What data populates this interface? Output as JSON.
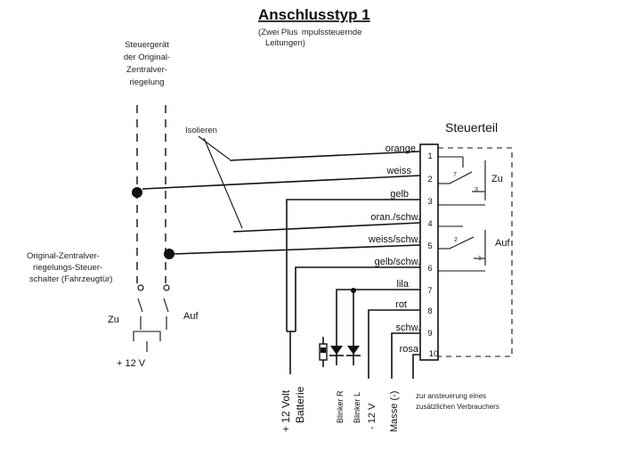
{
  "title": "Anschlusstyp 1",
  "subtitle_lines": [
    "(Zwei Plus  mpulssteuernde",
    "Leitungen)"
  ],
  "original_unit": [
    "Steuergerät",
    "der Original-",
    "Zentralver-",
    "riegelung"
  ],
  "isolate_label": "Isolieren",
  "switch_label": [
    "Original-Zentralver-",
    "riegelungs-Steuer-",
    "schalter (Fahrzeugtür)"
  ],
  "switch_zu": "Zu",
  "switch_auf": "Auf",
  "supply_label": "+   12 V",
  "control_unit": "Steuerteil",
  "relay_zu": "Zu",
  "relay_auf": "Auf",
  "relay_contacts": {
    "zu_top": "7",
    "zu_bottom": "3",
    "auf_top": "2",
    "auf_bottom": "1"
  },
  "terminals": [
    {
      "pin": "1",
      "wire": "orange"
    },
    {
      "pin": "2",
      "wire": "weiss"
    },
    {
      "pin": "3",
      "wire": "gelb"
    },
    {
      "pin": "4",
      "wire": "oran./schw."
    },
    {
      "pin": "5",
      "wire": "weiss/schw."
    },
    {
      "pin": "6",
      "wire": "gelb/schw."
    },
    {
      "pin": "7",
      "wire": "lila"
    },
    {
      "pin": "8",
      "wire": "rot"
    },
    {
      "pin": "9",
      "wire": "schw."
    },
    {
      "pin": "10",
      "wire": "rosa"
    }
  ],
  "bottom_labels": {
    "battery": [
      "+ 12 Volt",
      "Batterie"
    ],
    "blinker_r": "Blinker R",
    "blinker_l": "Blinker L",
    "minus_12v": "- 12 V",
    "masse": "Masse (-)",
    "extra_consumer": [
      "zur ansteuerung eines",
      "zusätzlichen Verbrauchers"
    ]
  }
}
